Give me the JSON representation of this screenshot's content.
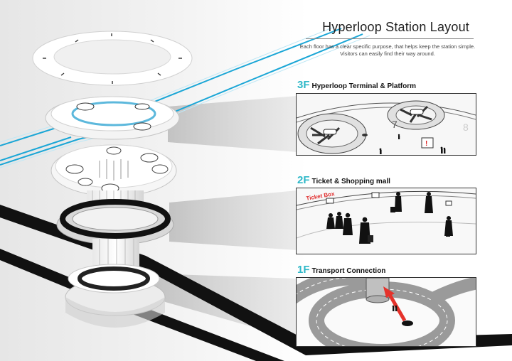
{
  "title": "Hyperloop Station Layout",
  "description": "Each floor has a clear specific purpose, that helps keep the station simple. Visitors can easily find their way around.",
  "floors": [
    {
      "number": "3F",
      "label": "Hyperloop Terminal & Platform"
    },
    {
      "number": "2F",
      "label": "Ticket & Shopping mall"
    },
    {
      "number": "1F",
      "label": "Transport Connection"
    }
  ],
  "panel_3f": {
    "pod_number": "7",
    "alert_mark": "!",
    "faint_number": "8"
  },
  "panel_2f": {
    "sign": "Ticket Box"
  },
  "colors": {
    "accent": "#2fb8c8",
    "tube": "#7fd3f0",
    "arrow": "#e5322b",
    "road": "#9a9a9a"
  }
}
